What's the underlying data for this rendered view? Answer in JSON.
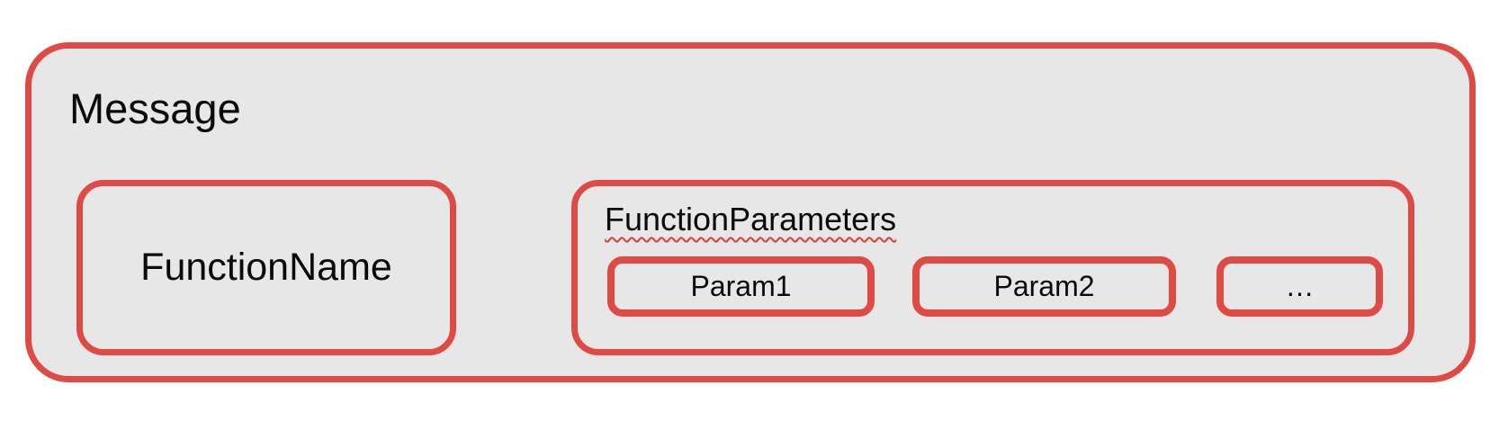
{
  "message": {
    "label": "Message"
  },
  "function_name": {
    "label": "FunctionName"
  },
  "function_parameters": {
    "label": "FunctionParameters",
    "params": [
      {
        "label": "Param1"
      },
      {
        "label": "Param2"
      },
      {
        "label": "…"
      }
    ]
  },
  "colors": {
    "border_red": "#e04a45",
    "squiggle_red": "#e03b35",
    "fill_gray": "#e7e7e7",
    "canvas_white": "#ffffff",
    "text_black": "#0a0a0a"
  }
}
